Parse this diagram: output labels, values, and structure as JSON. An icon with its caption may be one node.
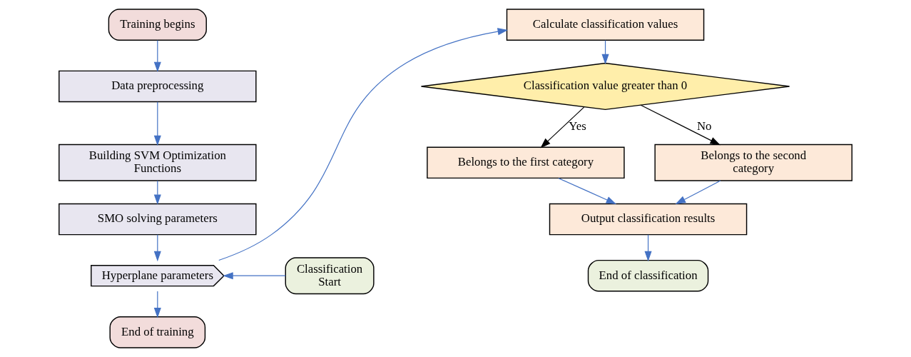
{
  "diagram": {
    "nodes": [
      {
        "text": [
          "Training begins"
        ]
      },
      {
        "text": [
          "Data preprocessing"
        ]
      },
      {
        "text": [
          "Building SVM Optimization Functions"
        ]
      },
      {
        "text": [
          "SMO solving parameters"
        ]
      },
      {
        "text": [
          "Classification Start"
        ]
      },
      {
        "text": [
          "Hyperplane parameters"
        ]
      },
      {
        "text": [
          "End of training"
        ]
      },
      {
        "text": [
          "Calculate classification values"
        ]
      },
      {
        "text": [
          "Classification value greater than 0"
        ]
      },
      {
        "text": [
          "Belongs to the first category"
        ]
      },
      {
        "text": [
          "Belongs to the second category"
        ]
      },
      {
        "text": [
          "Output classification results"
        ]
      },
      {
        "text": [
          "End of classification"
        ]
      }
    ],
    "edges": [
      {
        "from": 0,
        "to": 1,
        "arrow": "to"
      },
      {
        "from": 1,
        "to": 2,
        "arrow": "to"
      },
      {
        "from": 2,
        "to": 3,
        "arrow": "to"
      },
      {
        "from": 3,
        "to": 5,
        "arrow": "to"
      },
      {
        "from": 4,
        "to": 5,
        "arrow": "to"
      },
      {
        "from": 5,
        "to": 6,
        "arrow": "to"
      },
      {
        "from": 5,
        "to": 7,
        "arrow": "to"
      },
      {
        "from": 7,
        "to": 8,
        "arrow": "to"
      },
      {
        "from": 8,
        "to": 9,
        "arrow": "to",
        "label": "Yes",
        "color": "#000000"
      },
      {
        "from": 8,
        "to": 10,
        "arrow": "to",
        "label": "No",
        "color": "#000000"
      },
      {
        "from": 9,
        "to": 11,
        "arrow": "to"
      },
      {
        "from": 10,
        "to": 11,
        "arrow": "to"
      },
      {
        "from": 11,
        "to": 12,
        "arrow": "to"
      }
    ]
  }
}
